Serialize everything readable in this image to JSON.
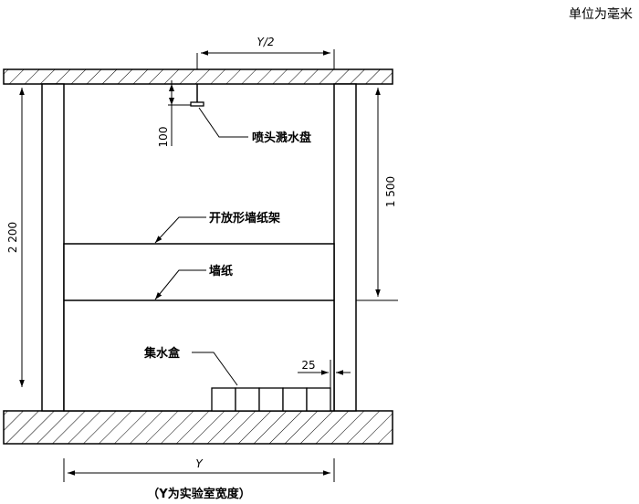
{
  "unit_note": "单位为毫米",
  "labels": {
    "sprinkler": "喷头溅水盘",
    "wall_frame": "开放形墙纸架",
    "wallpaper": "墙纸",
    "collector": "集水盒"
  },
  "dimensions": {
    "half_width": "Y/2",
    "sprinkler_offset": "100",
    "total_height": "2 200",
    "sprinkler_to_paper": "1 500",
    "gap": "25",
    "width": "Y"
  },
  "caption": "（Y为实验室宽度）"
}
